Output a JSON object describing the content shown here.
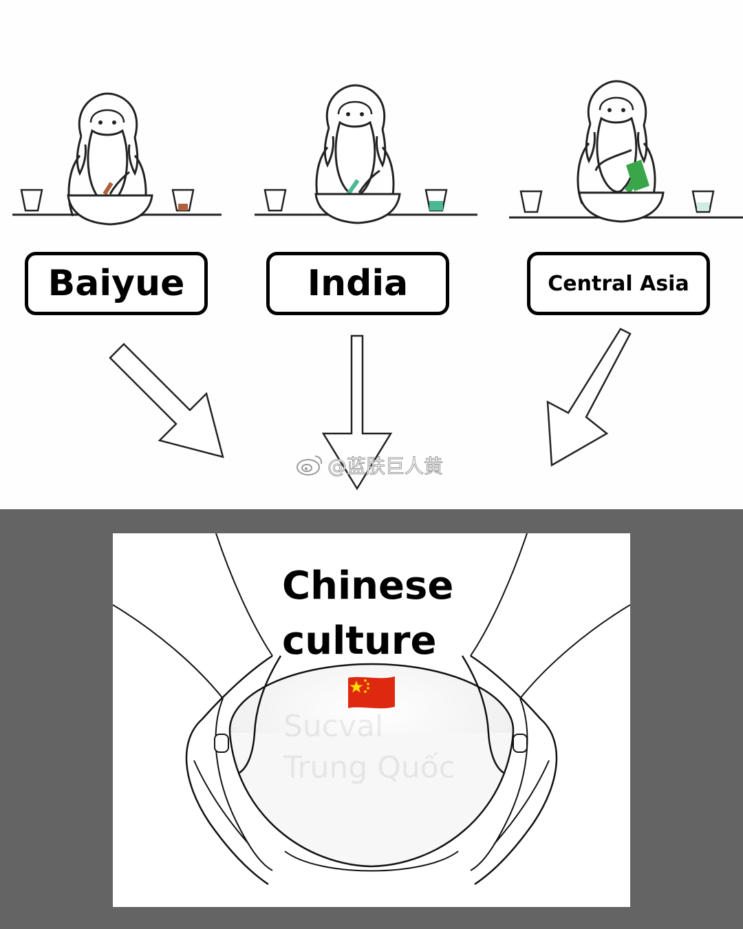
{
  "labels": {
    "baiyue": "Baiyue",
    "india": "India",
    "central_asia": "Central Asia"
  },
  "watermark": "@蓝肤巨人黄",
  "result": {
    "title_line1": "Chinese",
    "title_line2": "culture",
    "faint_line1": "Sucval",
    "faint_line2": "Trung Quốc"
  },
  "colors": {
    "baiyue_liquid": "#b0603a",
    "india_liquid": "#4cb896",
    "central_asia_liquid": "#3aa64a",
    "frame_background": "#646464",
    "flag_red": "#de2910",
    "flag_star": "#ffde00"
  },
  "icons": {
    "watermark_logo": "weibo-icon",
    "flag": "china-flag-icon"
  }
}
